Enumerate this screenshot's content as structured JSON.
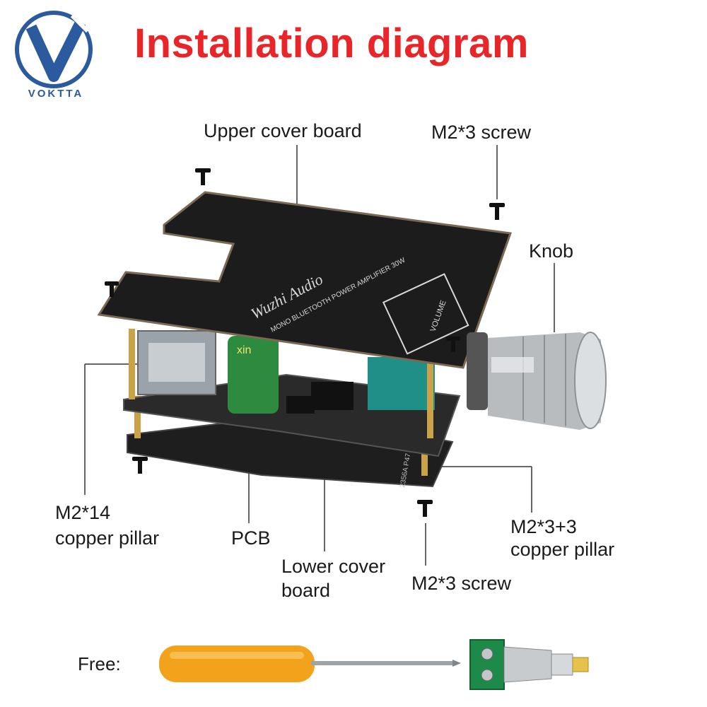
{
  "title": "Installation diagram",
  "brand": "VOKTTA",
  "labels": {
    "upper_cover": "Upper cover board",
    "screw_top": "M2*3 screw",
    "knob": "Knob",
    "pillar14_line1": "M2*14",
    "pillar14_line2": "copper pillar",
    "pcb": "PCB",
    "lower_line1": "Lower cover",
    "lower_line2": "board",
    "screw_bottom": "M2*3 screw",
    "pillar33_line1": "M2*3+3",
    "pillar33_line2": "copper pillar",
    "free": "Free:"
  },
  "board_print": {
    "brand_script": "Wuzhi Audio",
    "product": "MONO BLUETOOTH POWER AMPLIFIER 30W",
    "volume": "VOLUME",
    "cap_text": "xin",
    "model": "2356A P47"
  },
  "colors": {
    "title": "#e8262a",
    "board": "#1c1c1c",
    "pcb": "#2a2a2a",
    "teal": "#1f8f88",
    "brass": "#c9a24a",
    "screwdriver_handle": "#f2a21b",
    "connector_green": "#1e8a4a"
  }
}
